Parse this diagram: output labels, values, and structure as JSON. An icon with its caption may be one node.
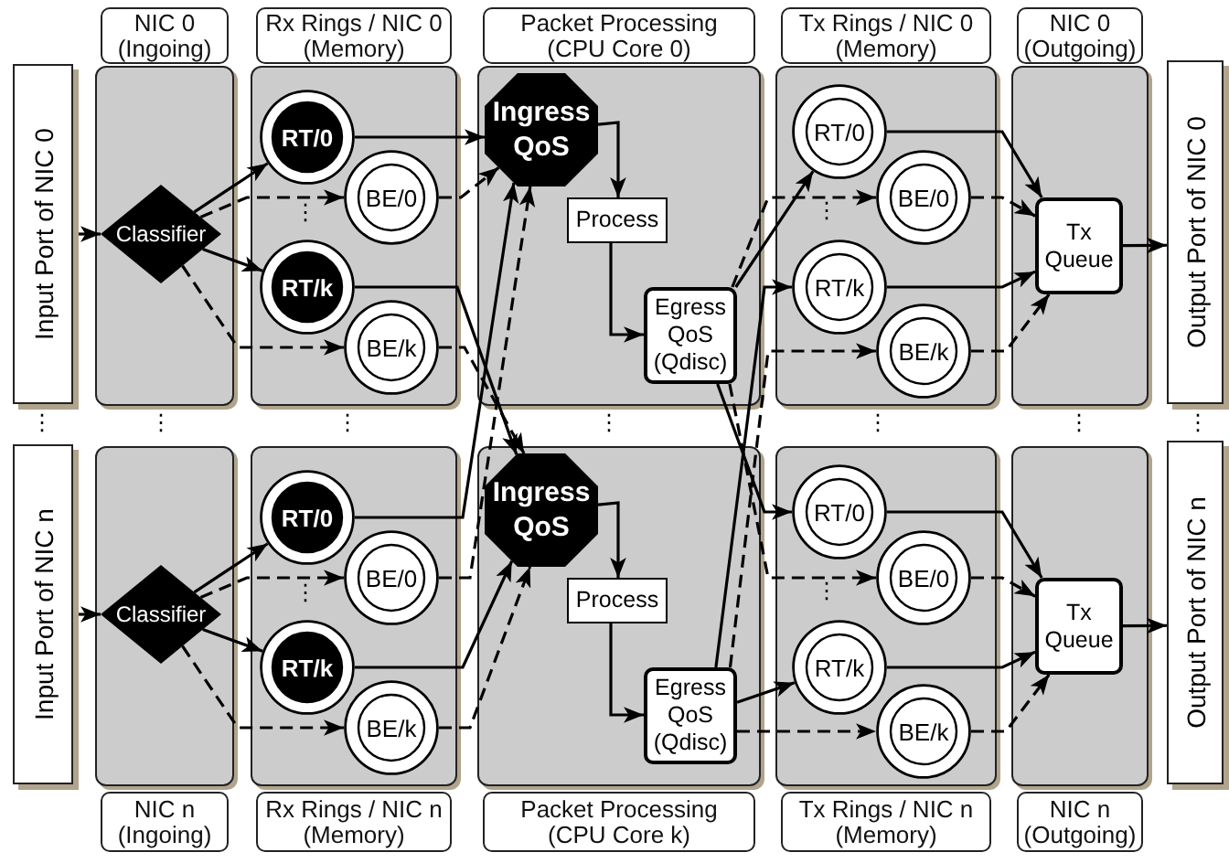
{
  "diagram": {
    "nodes": [
      {
        "text": [
          "Input Port of NIC 0"
        ]
      },
      {
        "text": [
          "NIC 0 (Ingoing)"
        ]
      },
      {
        "text": [
          "Classifier"
        ],
        "in": 1
      },
      {
        "text": [
          "Rx Rings / NIC 0 (Memory)"
        ]
      },
      {
        "text": [
          "RT/0"
        ],
        "in": 3
      },
      {
        "text": [
          "BE/0"
        ],
        "in": 3
      },
      {
        "text": [
          "RT/k"
        ],
        "in": 3
      },
      {
        "text": [
          "BE/k"
        ],
        "in": 3
      },
      {
        "text": [
          "Packet Processing (CPU Core 0)"
        ]
      },
      {
        "text": [
          "Ingress QoS"
        ],
        "in": 8
      },
      {
        "text": [
          "Process"
        ],
        "in": 8
      },
      {
        "text": [
          "Egress QoS (Qdisc)"
        ],
        "in": 8
      },
      {
        "text": [
          "Tx Rings / NIC 0 (Memory)"
        ]
      },
      {
        "text": [
          "RT/0"
        ],
        "in": 12
      },
      {
        "text": [
          "BE/0"
        ],
        "in": 12
      },
      {
        "text": [
          "RT/k"
        ],
        "in": 12
      },
      {
        "text": [
          "BE/k"
        ],
        "in": 12
      },
      {
        "text": [
          "NIC 0 (Outgoing)"
        ]
      },
      {
        "text": [
          "Tx Queue"
        ],
        "in": 17
      },
      {
        "text": [
          "Output Port of NIC 0"
        ]
      },
      {
        "text": [
          "Input Port of NIC n"
        ]
      },
      {
        "text": [
          "NIC n (Ingoing)"
        ]
      },
      {
        "text": [
          "Classifier"
        ],
        "in": 21
      },
      {
        "text": [
          "Rx Rings / NIC n (Memory)"
        ]
      },
      {
        "text": [
          "RT/0"
        ],
        "in": 23
      },
      {
        "text": [
          "BE/0"
        ],
        "in": 23
      },
      {
        "text": [
          "RT/k"
        ],
        "in": 23
      },
      {
        "text": [
          "BE/k"
        ],
        "in": 23
      },
      {
        "text": [
          "Packet Processing (CPU Core k)"
        ]
      },
      {
        "text": [
          "Ingress QoS"
        ],
        "in": 28
      },
      {
        "text": [
          "Process"
        ],
        "in": 28
      },
      {
        "text": [
          "Egress QoS (Qdisc)"
        ],
        "in": 28
      },
      {
        "text": [
          "Tx Rings / NIC n (Memory)"
        ]
      },
      {
        "text": [
          "RT/0"
        ],
        "in": 32
      },
      {
        "text": [
          "BE/0"
        ],
        "in": 32
      },
      {
        "text": [
          "RT/k"
        ],
        "in": 32
      },
      {
        "text": [
          "BE/k"
        ],
        "in": 32
      },
      {
        "text": [
          "NIC n (Outgoing)"
        ]
      },
      {
        "text": [
          "Tx Queue"
        ],
        "in": 37
      },
      {
        "text": [
          "Output Port of NIC n"
        ]
      }
    ],
    "edges": [
      {
        "from": 0,
        "to": 2,
        "arrow": "to"
      },
      {
        "from": 2,
        "to": 4,
        "arrow": "to"
      },
      {
        "from": 2,
        "to": 5,
        "arrow": "to",
        "style": "dashed"
      },
      {
        "from": 2,
        "to": 6,
        "arrow": "to"
      },
      {
        "from": 2,
        "to": 7,
        "arrow": "to",
        "style": "dashed"
      },
      {
        "from": 9,
        "to": 10,
        "arrow": "to"
      },
      {
        "from": 10,
        "to": 11,
        "arrow": "to"
      },
      {
        "from": 13,
        "to": 18,
        "arrow": "to"
      },
      {
        "from": 14,
        "to": 18,
        "arrow": "to",
        "style": "dashed"
      },
      {
        "from": 15,
        "to": 18,
        "arrow": "to"
      },
      {
        "from": 16,
        "to": 18,
        "arrow": "to",
        "style": "dashed"
      },
      {
        "from": 18,
        "to": 19,
        "arrow": "to"
      },
      {
        "from": 20,
        "to": 22,
        "arrow": "to"
      },
      {
        "from": 22,
        "to": 24,
        "arrow": "to"
      },
      {
        "from": 22,
        "to": 25,
        "arrow": "to",
        "style": "dashed"
      },
      {
        "from": 22,
        "to": 26,
        "arrow": "to"
      },
      {
        "from": 22,
        "to": 27,
        "arrow": "to",
        "style": "dashed"
      },
      {
        "from": 29,
        "to": 30,
        "arrow": "to"
      },
      {
        "from": 30,
        "to": 31,
        "arrow": "to"
      },
      {
        "from": 33,
        "to": 38,
        "arrow": "to"
      },
      {
        "from": 34,
        "to": 38,
        "arrow": "to",
        "style": "dashed"
      },
      {
        "from": 35,
        "to": 38,
        "arrow": "to"
      },
      {
        "from": 36,
        "to": 38,
        "arrow": "to",
        "style": "dashed"
      },
      {
        "from": 38,
        "to": 39,
        "arrow": "to"
      },
      {
        "from": 4,
        "to": 9,
        "arrow": "to"
      },
      {
        "from": 5,
        "to": 9,
        "arrow": "to",
        "style": "dashed"
      },
      {
        "from": 6,
        "to": 29,
        "arrow": "to"
      },
      {
        "from": 7,
        "to": 29,
        "arrow": "to",
        "style": "dashed"
      },
      {
        "from": 24,
        "to": 9,
        "arrow": "to"
      },
      {
        "from": 25,
        "to": 9,
        "arrow": "to",
        "style": "dashed"
      },
      {
        "from": 26,
        "to": 29,
        "arrow": "to"
      },
      {
        "from": 27,
        "to": 29,
        "arrow": "to",
        "style": "dashed"
      },
      {
        "from": 11,
        "to": 13,
        "arrow": "to"
      },
      {
        "from": 11,
        "to": 14,
        "arrow": "to",
        "style": "dashed"
      },
      {
        "from": 11,
        "to": 33,
        "arrow": "to"
      },
      {
        "from": 11,
        "to": 34,
        "arrow": "to",
        "style": "dashed"
      },
      {
        "from": 31,
        "to": 15,
        "arrow": "to"
      },
      {
        "from": 31,
        "to": 16,
        "arrow": "to",
        "style": "dashed"
      },
      {
        "from": 31,
        "to": 35,
        "arrow": "to"
      },
      {
        "from": 31,
        "to": 36,
        "arrow": "to",
        "style": "dashed"
      }
    ],
    "labels": [
      "⋮",
      "⋮",
      "⋮",
      "⋮",
      "⋮",
      "⋮",
      "⋮",
      "⋮",
      "⋮",
      "⋮",
      "⋮"
    ]
  }
}
